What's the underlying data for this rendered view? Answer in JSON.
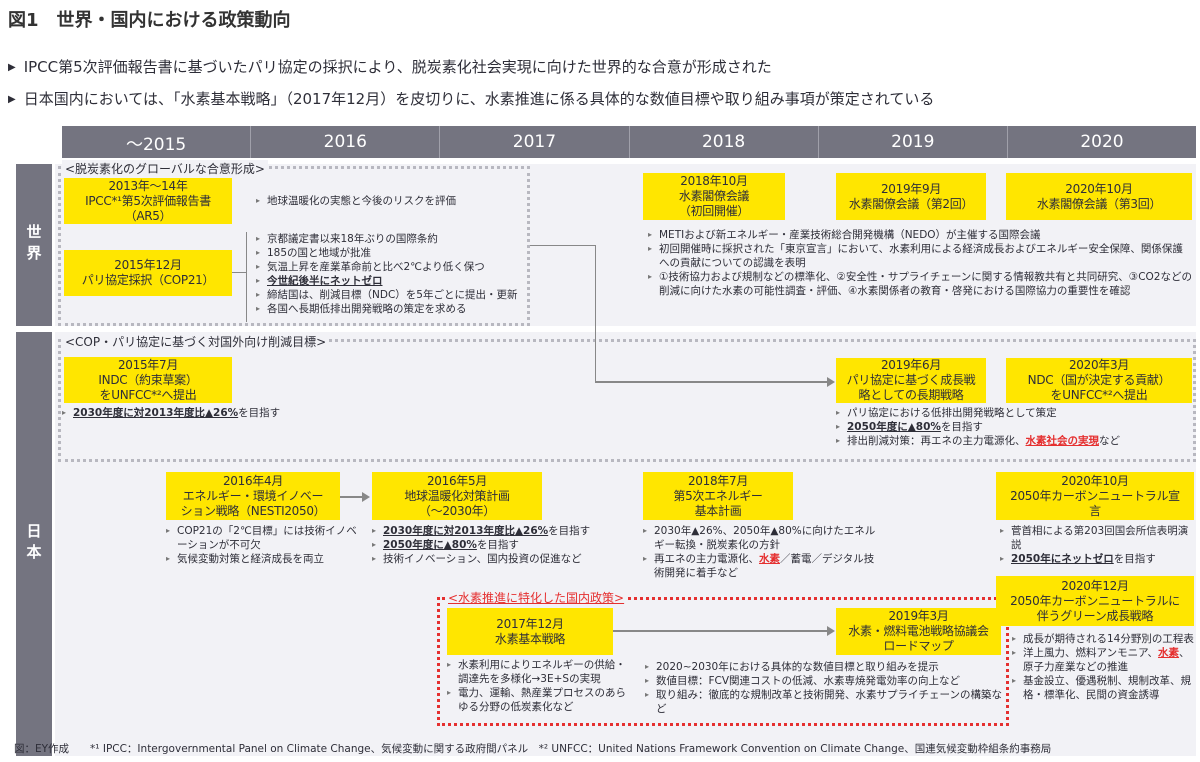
{
  "title": "図1　世界・国内における政策動向",
  "lead": [
    "IPCC第5次評価報告書に基づいたパリ協定の採択により、脱炭素化社会実現に向けた世界的な合意が形成された",
    "日本国内においては、「水素基本戦略」（2017年12月）を皮切りに、水素推進に係る具体的な数値目標や取り組み事項が策定されている"
  ],
  "years": [
    "～2015",
    "2016",
    "2017",
    "2018",
    "2019",
    "2020"
  ],
  "sides": {
    "world": "世界",
    "japan": "日本"
  },
  "groups": {
    "global": "<脱炭素化のグローバルな合意形成>",
    "cop": "<COP・パリ協定に基づく対国外向け削減目標>",
    "hydrogen": "<水素推進に特化した国内政策>"
  },
  "events": [
    {
      "id": "ipcc",
      "label": "2013年～14年\nIPCC*¹第5次評価報告書\n（AR5）",
      "bullets": [
        [
          "地球温暖化の実態と今後のリスクを評価"
        ]
      ]
    },
    {
      "id": "paris",
      "label": "2015年12月\nパリ協定採択（COP21）",
      "bullets": [
        [
          "京都議定書以来18年ぶりの国際条約"
        ],
        [
          "185の国と地域が批准"
        ],
        [
          "気温上昇を産業革命前と比べ2℃より低く保つ"
        ],
        [
          {
            "t": "今世紀後半にネットゼロ",
            "s": "u"
          }
        ],
        [
          "締結国は、削減目標（NDC）を5年ごとに提出・更新"
        ],
        [
          "各国へ長期低排出開発戦略の策定を求める"
        ]
      ]
    },
    {
      "id": "h2min1",
      "label": "2018年10月\n水素閣僚会議\n（初回開催）",
      "bullets": [
        [
          "METIおよび新エネルギー・産業技術総合開発機構（NEDO）が主催する国際会議"
        ],
        [
          "初回開催時に採択された「東京宣言」において、水素利用による経済成長およびエネルギー安全保障、関係保護への貢献についての認識を表明"
        ],
        [
          "①技術協力および規制などの標準化、②安全性・サプライチェーンに関する情報教共有と共同研究、③CO2などの削減に向けた水素の可能性調査・評価、④水素関係者の教育・啓発における国際協力の重要性を確認"
        ]
      ]
    },
    {
      "id": "h2min2",
      "label": "2019年9月\n水素閣僚会議（第2回）",
      "bullets": []
    },
    {
      "id": "h2min3",
      "label": "2020年10月\n水素閣僚会議（第3回）",
      "bullets": []
    },
    {
      "id": "indc",
      "label": "2015年7月\nINDC（約束草案）\nをUNFCC*²へ提出",
      "bullets": [
        [
          {
            "t": "2030年度に対2013年度比▲26%",
            "s": "u"
          },
          "を目指す"
        ]
      ]
    },
    {
      "id": "longterm",
      "label": "2019年6月\nパリ協定に基づく成長戦\n略としての長期戦略",
      "bullets": [
        [
          "パリ協定における低排出開発戦略として策定"
        ],
        [
          {
            "t": "2050年度に▲80%",
            "s": "u"
          },
          "を目指す"
        ],
        [
          "排出削減対策：再エネの主力電源化、",
          {
            "t": "水素社会の実現",
            "s": "r"
          },
          "など"
        ]
      ]
    },
    {
      "id": "ndc",
      "label": "2020年3月\nNDC（国が決定する貢献）\nをUNFCC*²へ提出",
      "bullets": []
    },
    {
      "id": "nesti",
      "label": "2016年4月\nエネルギー・環境イノベー\nション戦略（NESTI2050）",
      "bullets": [
        [
          "COP21の「2℃目標」には技術イノベーションが不可欠"
        ],
        [
          "気候変動対策と経済成長を両立"
        ]
      ]
    },
    {
      "id": "warming",
      "label": "2016年5月\n地球温暖化対策計画\n（～2030年）",
      "bullets": [
        [
          {
            "t": "2030年度に対2013年度比▲26%",
            "s": "u"
          },
          "を目指す"
        ],
        [
          {
            "t": "2050年度に▲80%",
            "s": "u"
          },
          "を目指す"
        ],
        [
          "技術イノベーション、国内投資の促進など"
        ]
      ]
    },
    {
      "id": "energy5",
      "label": "2018年7月\n第5次エネルギー\n基本計画",
      "bullets": [
        [
          "2030年▲26%、2050年▲80%に向けたエネルギー転換・脱炭素化の方針"
        ],
        [
          "再エネの主力電源化、",
          {
            "t": "水素",
            "s": "r"
          },
          "／蓄電／デジタル技術開発に着手など"
        ]
      ]
    },
    {
      "id": "cn",
      "label": "2020年10月\n2050年カーボンニュートラル宣\n言",
      "bullets": [
        [
          "菅首相による第203回国会所信表明演説"
        ],
        [
          {
            "t": "2050年にネットゼロ",
            "s": "u"
          },
          "を目指す"
        ]
      ]
    },
    {
      "id": "green",
      "label": "2020年12月\n2050年カーボンニュートラルに\n伴うグリーン成長戦略",
      "bullets": [
        [
          "成長が期待される14分野別の工程表"
        ],
        [
          "洋上風力、燃料アンモニア、",
          {
            "t": "水素",
            "s": "r"
          },
          "、原子力産業などの推進"
        ],
        [
          "基金設立、優遇税制、規制改革、規格・標準化、民間の資金誘導"
        ]
      ]
    },
    {
      "id": "h2basic",
      "label": "2017年12月\n水素基本戦略",
      "bullets": [
        [
          "水素利用によりエネルギーの供給・調達先を多様化→3E+Sの実現"
        ],
        [
          "電力、運輸、熱産業プロセスのあらゆる分野の低炭素化など"
        ]
      ]
    },
    {
      "id": "roadmap",
      "label": "2019年3月\n水素・燃料電池戦略協議会\nロードマップ",
      "bullets": [
        [
          "2020~2030年における具体的な数値目標と取り組みを提示"
        ],
        [
          "数値目標：FCV関連コストの低減、水素専焼発電効率の向上など"
        ],
        [
          "取り組み：徹底的な規制改革と技術開発、水素サプライチェーンの構築など"
        ]
      ]
    }
  ],
  "footnote": "図：EY作成　　*¹ IPCC：Intergovernmental Panel on Climate Change、気候変動に関する政府間パネル　*² UNFCC：United Nations Framework Convention on Climate Change、国連気候変動枠組条約事務局",
  "colors": {
    "header": "#747480",
    "highlight": "#ffe600",
    "accent_red": "#e53030",
    "panel": "#f2f2f6"
  }
}
